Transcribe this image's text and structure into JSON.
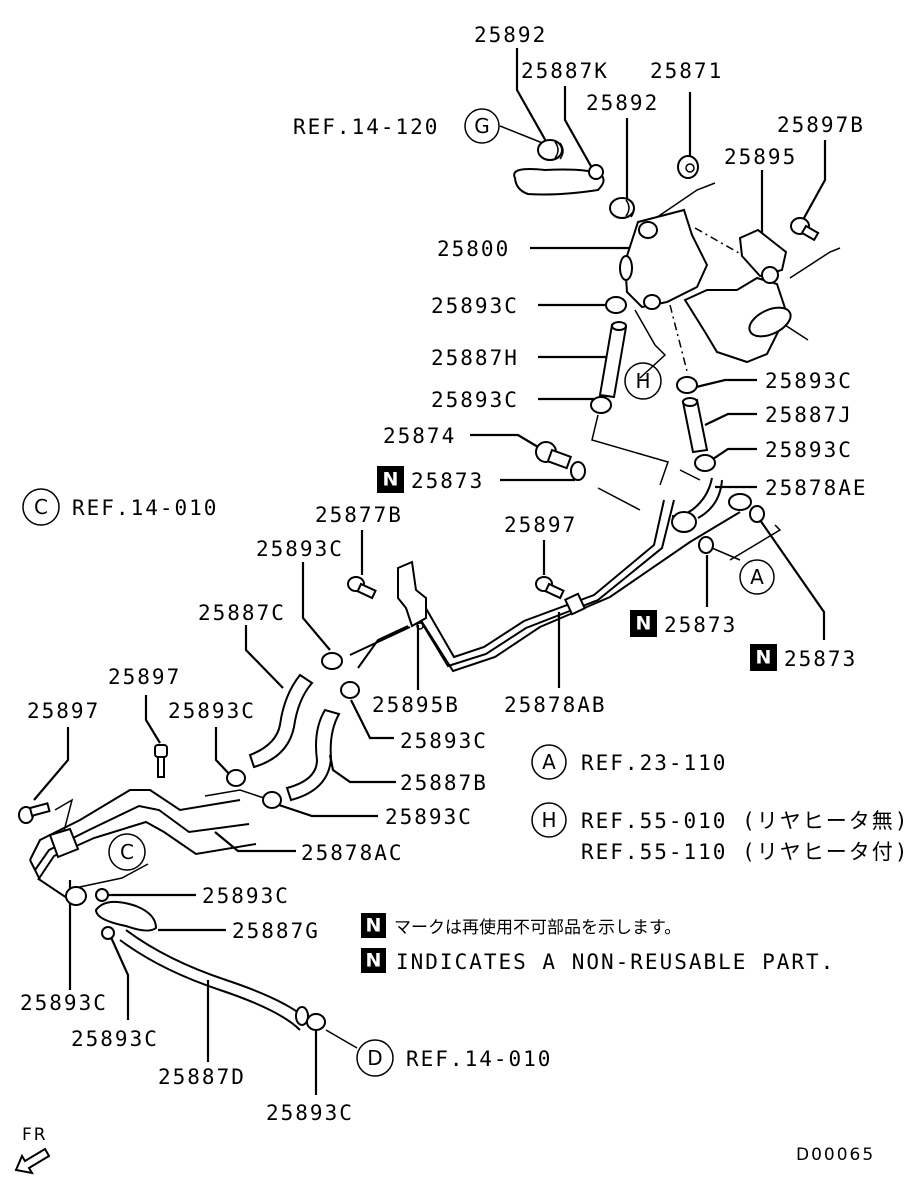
{
  "diagram": {
    "title_code": "D00065",
    "direction_label": "FR",
    "part_labels": {
      "p25892_top": "25892",
      "p25887K": "25887K",
      "p25871": "25871",
      "p25892_mid": "25892",
      "p25897B": "25897B",
      "p25895": "25895",
      "p25800": "25800",
      "p25893C_a": "25893C",
      "p25887H": "25887H",
      "p25893C_b": "25893C",
      "p25893C_c": "25893C",
      "p25887J": "25887J",
      "p25874": "25874",
      "p25893C_d": "25893C",
      "p25873_a": "25873",
      "p25878AE": "25878AE",
      "p25877B": "25877B",
      "p25897_a": "25897",
      "p25893C_e": "25893C",
      "p25887C": "25887C",
      "p25873_b": "25873",
      "p25873_c": "25873",
      "p25895B": "25895B",
      "p25878AB": "25878AB",
      "p25897_b": "25897",
      "p25897_c": "25897",
      "p25893C_f": "25893C",
      "p25893C_g": "25893C",
      "p25887B": "25887B",
      "p25893C_h": "25893C",
      "p25878AC": "25878AC",
      "p25893C_i": "25893C",
      "p25887G": "25887G",
      "p25893C_j": "25893C",
      "p25893C_k": "25893C",
      "p25887D": "25887D",
      "p25893C_l": "25893C"
    },
    "references": {
      "G": {
        "letter": "G",
        "text": "REF.14-120"
      },
      "C": {
        "letter": "C",
        "text": "REF.14-010"
      },
      "D": {
        "letter": "D",
        "text": "REF.14-010"
      },
      "A": {
        "letter": "A",
        "text": "REF.23-110"
      },
      "H": {
        "letter": "H",
        "text1": "REF.55-010 (リヤヒータ無)",
        "text2": "REF.55-110 (リヤヒータ付)"
      }
    },
    "legend": {
      "mark": "N",
      "japanese": "マークは再使用不可部品を示します。",
      "english": "INDICATES A NON-REUSABLE PART."
    },
    "colors": {
      "ink": "#000000",
      "paper": "#ffffff"
    }
  }
}
